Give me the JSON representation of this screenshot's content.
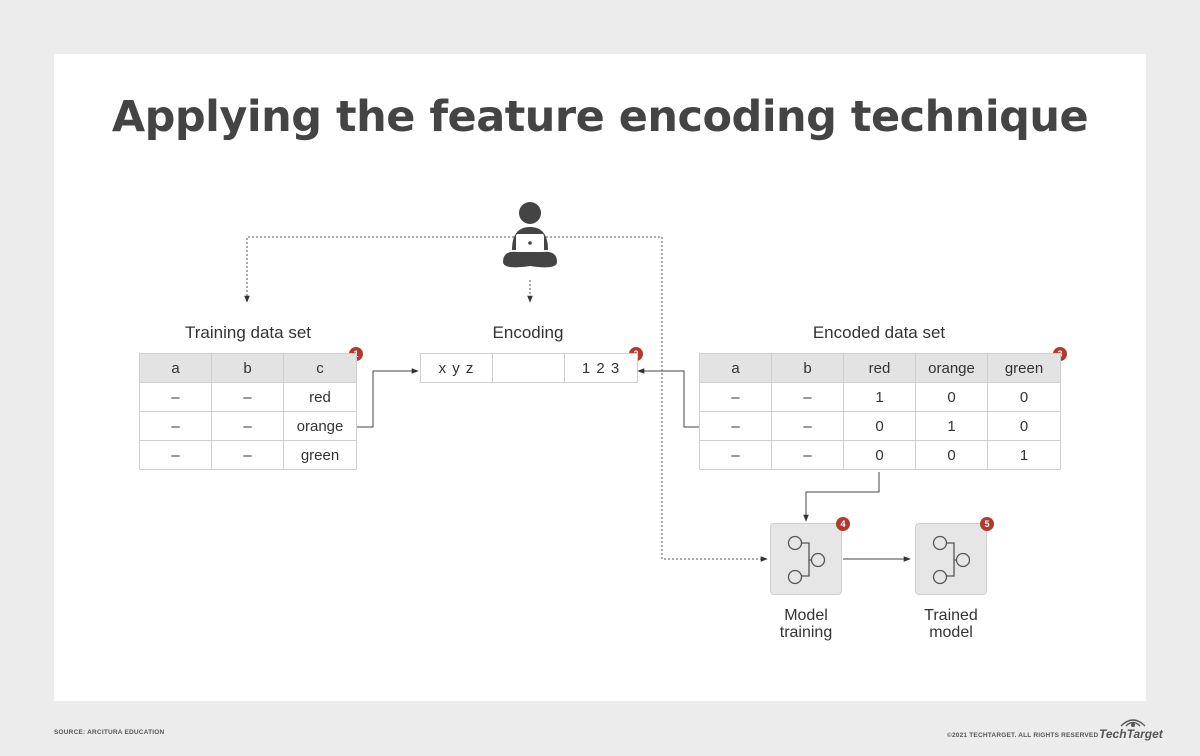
{
  "title": "Applying the feature encoding technique",
  "training": {
    "label": "Training data set",
    "badge": "1",
    "headers": [
      "a",
      "b",
      "c"
    ],
    "rows": [
      [
        "–",
        "–",
        "red"
      ],
      [
        "–",
        "–",
        "orange"
      ],
      [
        "–",
        "–",
        "green"
      ]
    ]
  },
  "encoding": {
    "label": "Encoding",
    "badge": "2",
    "cells": [
      "x y z",
      "",
      "1 2 3"
    ]
  },
  "encoded": {
    "label": "Encoded data set",
    "badge": "3",
    "headers": [
      "a",
      "b",
      "red",
      "orange",
      "green"
    ],
    "rows": [
      [
        "–",
        "–",
        "1",
        "0",
        "0"
      ],
      [
        "–",
        "–",
        "0",
        "1",
        "0"
      ],
      [
        "–",
        "–",
        "0",
        "0",
        "1"
      ]
    ]
  },
  "model_training": {
    "badge": "4",
    "line1": "Model",
    "line2": "training"
  },
  "trained_model": {
    "badge": "5",
    "line1": "Trained",
    "line2": "model"
  },
  "icons": {
    "person": "person-with-laptop-icon",
    "model": "model-flow-icon"
  },
  "colors": {
    "badge": "#b03a2e",
    "header_fill": "#e3e3e3",
    "title": "#444444"
  },
  "footer": {
    "source": "SOURCE: ARCITURA EDUCATION",
    "copyright": "©2021 TECHTARGET. ALL RIGHTS RESERVED",
    "brand": "TechTarget"
  }
}
